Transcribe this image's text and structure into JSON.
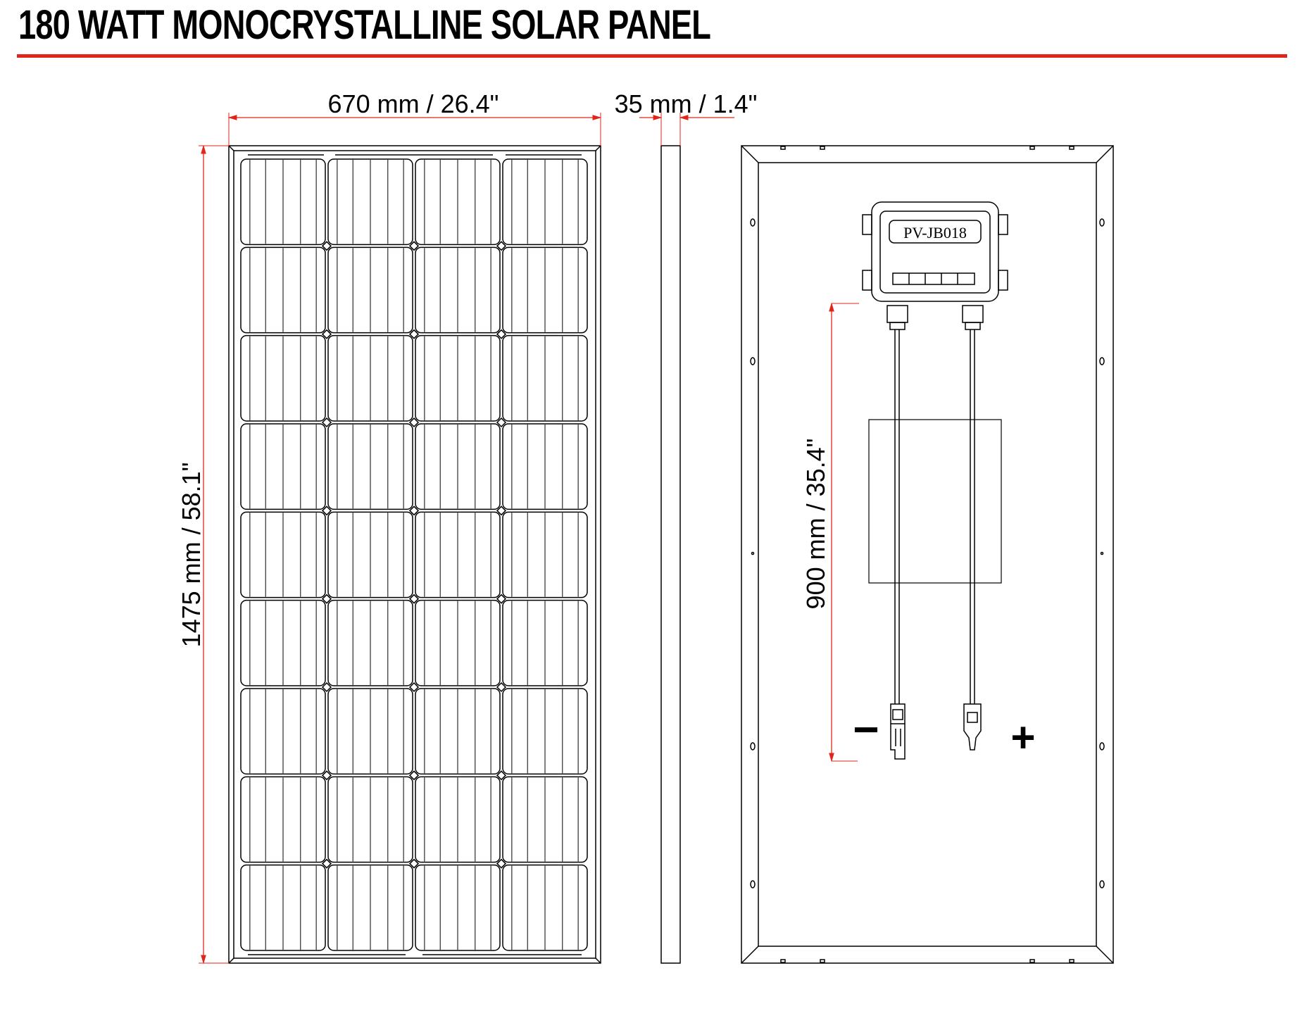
{
  "title": "180 WATT MONOCRYSTALLINE SOLAR PANEL",
  "dimensions": {
    "width_label": "670 mm / 26.4\"",
    "height_label": "1475 mm / 58.1\"",
    "depth_label": "35 mm / 1.4\"",
    "cable_label": "900 mm / 35.4\""
  },
  "junction_box": {
    "model": "PV-JB018"
  },
  "polarity": {
    "negative": "−",
    "positive": "+"
  },
  "front_panel": {
    "cell_columns": 4,
    "cell_rows": 9
  },
  "colors": {
    "accent": "#e0251b",
    "line": "#000000"
  }
}
